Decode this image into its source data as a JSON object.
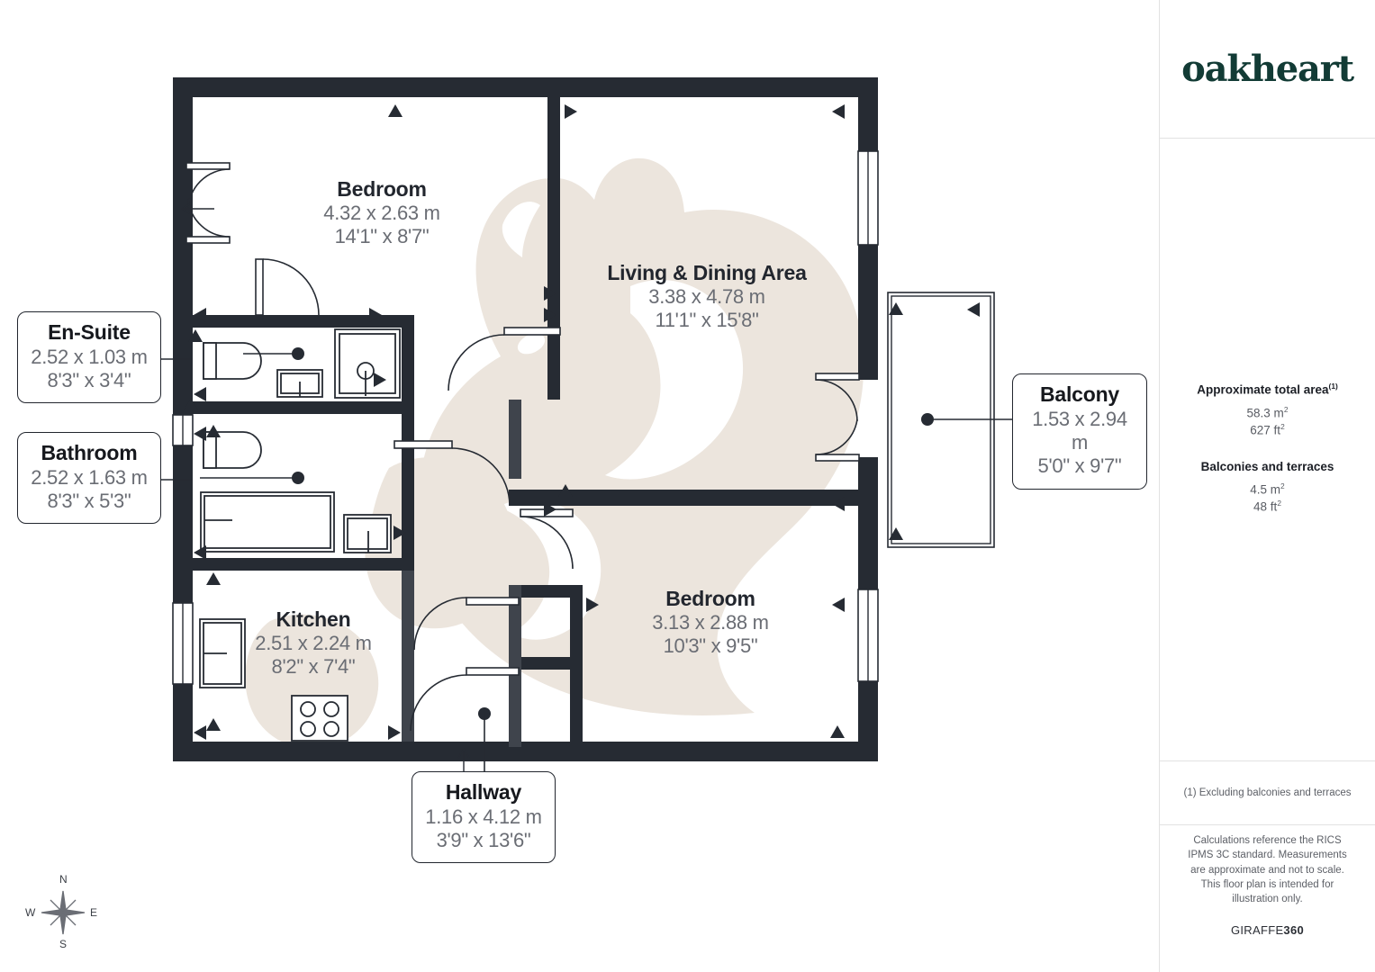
{
  "brand": {
    "logo_text": "oakheart",
    "logo_color": "#123b35"
  },
  "sidebar": {
    "area_title": "Approximate total area",
    "area_title_sup": "(1)",
    "total_area_m2": "58.3 m",
    "total_area_m2_sup": "2",
    "total_area_ft2": "627 ft",
    "total_area_ft2_sup": "2",
    "balcony_title": "Balconies and terraces",
    "balcony_m2": "4.5 m",
    "balcony_m2_sup": "2",
    "balcony_ft2": "48 ft",
    "balcony_ft2_sup": "2",
    "footnote": "(1) Excluding balconies and terraces",
    "disclaimer": "Calculations reference the RICS IPMS 3C standard. Measurements are approximate and not to scale. This floor plan is intended for illustration only.",
    "provider_prefix": "GIRAFFE",
    "provider_suffix": "360"
  },
  "compass": {
    "north": "N",
    "east": "E",
    "south": "S",
    "west": "W"
  },
  "colors": {
    "wall": "#262b33",
    "wall_light": "#3f444c",
    "watermark": "#ece5dd",
    "text_dark": "#22262e",
    "text_muted": "#6a6d74"
  },
  "rooms": [
    {
      "id": "bedroom-main",
      "name": "Bedroom",
      "metric": "4.32 x 2.63 m",
      "imperial": "14'1\" x 8'7\"",
      "style": "inline"
    },
    {
      "id": "living-dining",
      "name": "Living & Dining Area",
      "metric": "3.38 x 4.78 m",
      "imperial": "11'1\" x 15'8\"",
      "style": "inline"
    },
    {
      "id": "kitchen",
      "name": "Kitchen",
      "metric": "2.51 x 2.24 m",
      "imperial": "8'2\" x 7'4\"",
      "style": "inline"
    },
    {
      "id": "bedroom-second",
      "name": "Bedroom",
      "metric": "3.13 x 2.88 m",
      "imperial": "10'3\" x 9'5\"",
      "style": "inline"
    },
    {
      "id": "en-suite",
      "name": "En-Suite",
      "metric": "2.52 x 1.03 m",
      "imperial": "8'3\" x 3'4\"",
      "style": "callout"
    },
    {
      "id": "bathroom",
      "name": "Bathroom",
      "metric": "2.52 x 1.63 m",
      "imperial": "8'3\" x 5'3\"",
      "style": "callout"
    },
    {
      "id": "balcony",
      "name": "Balcony",
      "metric": "1.53 x 2.94 m",
      "imperial": "5'0\" x 9'7\"",
      "style": "callout"
    },
    {
      "id": "hallway",
      "name": "Hallway",
      "metric": "1.16 x 4.12 m",
      "imperial": "3'9\" x 13'6\"",
      "style": "callout"
    }
  ]
}
